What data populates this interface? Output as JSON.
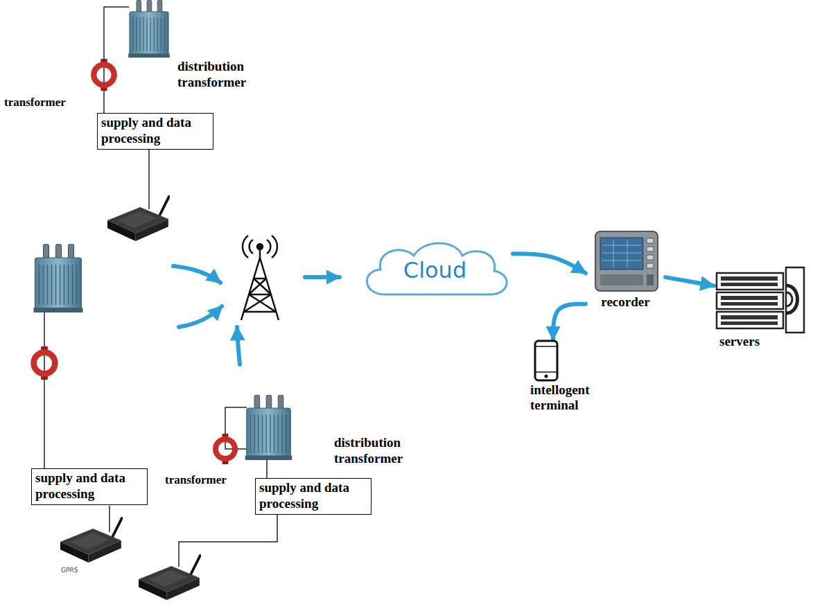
{
  "diagram": {
    "nodes": [
      {
        "text": [
          "supply and data processing"
        ]
      },
      {
        "text": [
          "supply and data processing"
        ]
      },
      {
        "text": [
          "supply and data processing"
        ]
      },
      {
        "text": [
          "Cloud"
        ]
      },
      {
        "text": [
          "recorder"
        ]
      },
      {
        "text": [
          "intellogent terminal"
        ]
      },
      {
        "text": [
          "servers"
        ]
      }
    ],
    "edges": [
      {
        "from": 3,
        "to": 4,
        "arrow": "to"
      },
      {
        "from": 4,
        "to": 6,
        "arrow": "to"
      },
      {
        "from": 4,
        "to": 5,
        "arrow": "to"
      }
    ],
    "labels": [
      "distribution transformer",
      "transformer",
      "GPRS",
      "distribution transformer",
      "transformer"
    ]
  }
}
